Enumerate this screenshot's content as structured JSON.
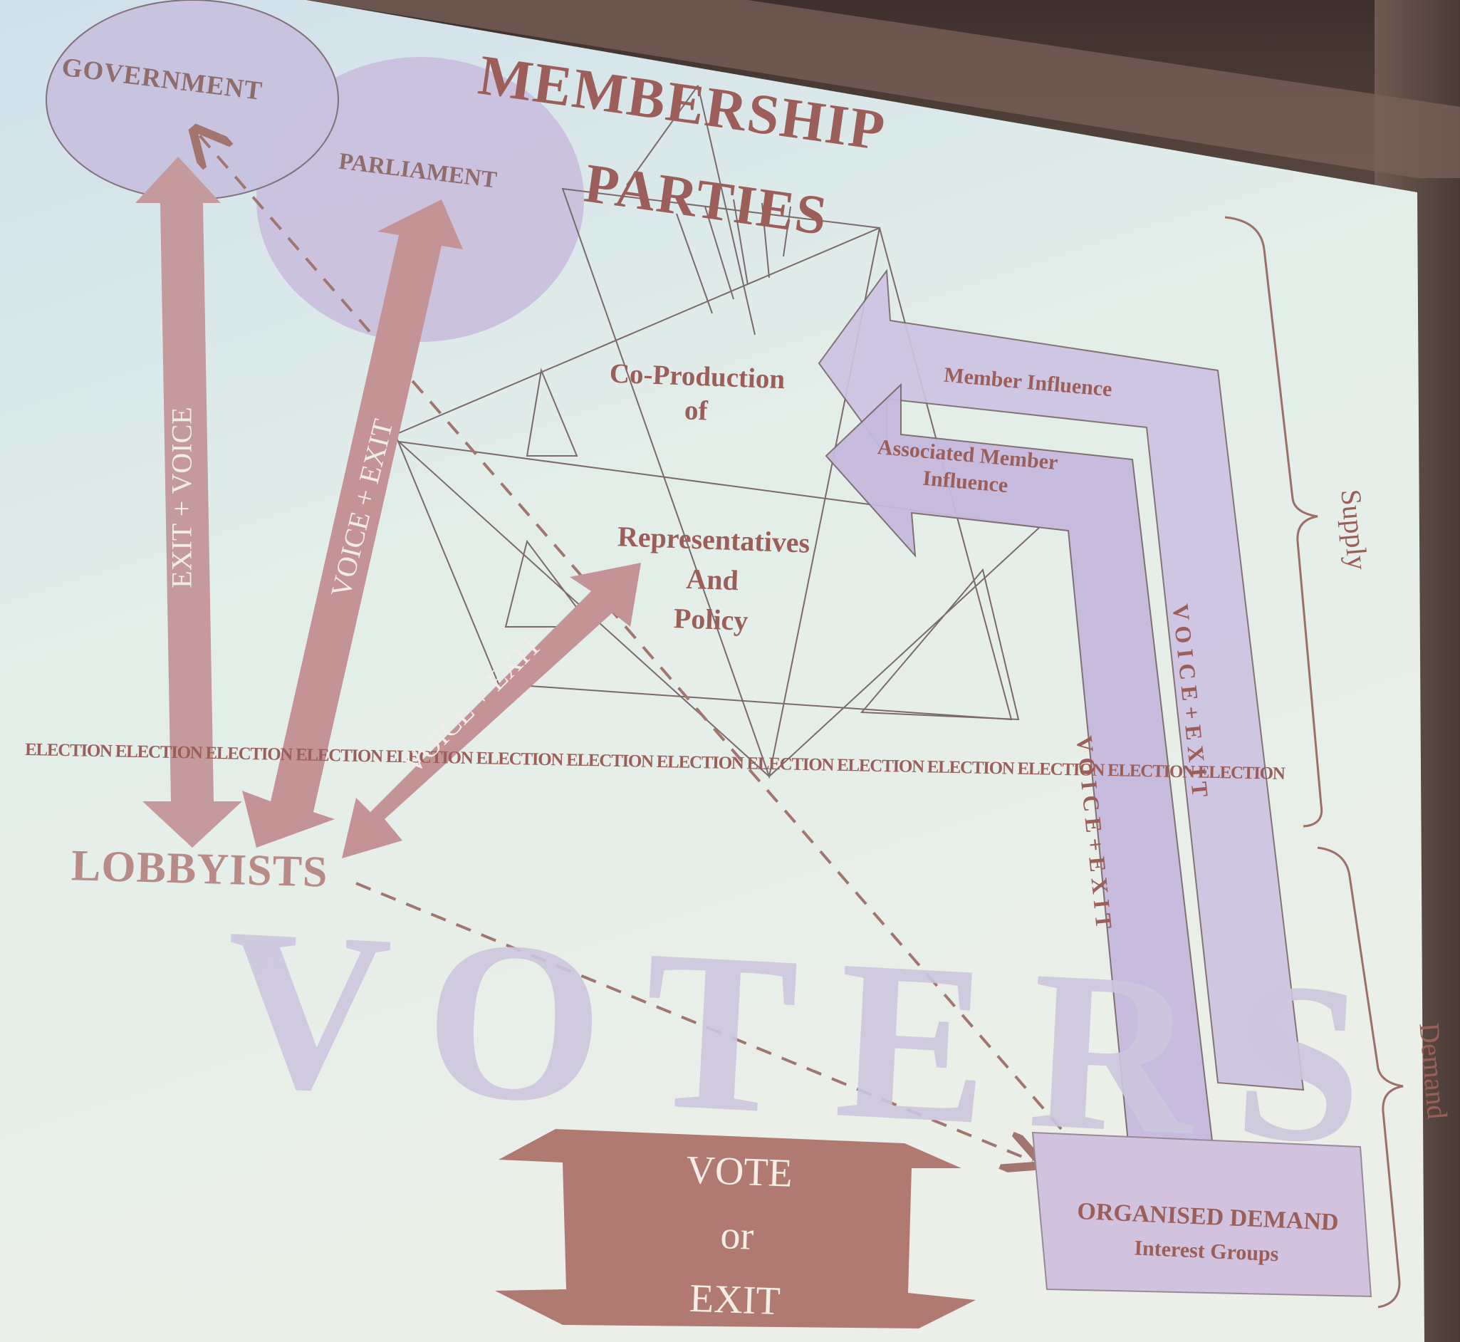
{
  "colors": {
    "screen_top": "#d6e3ea",
    "screen_mid": "#e6efe9",
    "arrow": "#c49a9c",
    "dark_arrow": "#b07a72",
    "text": "#9c5e58",
    "lavender": "#cfc5e2",
    "lavender_dark": "#bdb0d6",
    "voters": "#cdc6de",
    "line": "#7b6a6a"
  },
  "nodes": {
    "government": "GOVERNMENT",
    "parliament": "PARLIAMENT",
    "membership": "MEMBERSHIP",
    "parties": "PARTIES",
    "co_production_1": "Co-Production",
    "co_production_2": "of",
    "representatives_1": "Representatives",
    "representatives_2": "And",
    "representatives_3": "Policy",
    "lobbyists": "LOBBYISTS",
    "voters": "VOTERS",
    "vote_1": "VOTE",
    "vote_2": "or",
    "vote_3": "EXIT",
    "organised_demand": "ORGANISED DEMAND",
    "interest_groups": "Interest Groups"
  },
  "arrow_labels": {
    "exit_voice": "EXIT + VOICE",
    "voice_exit_parliament": "VOICE + EXIT",
    "voice_exit_policy": "VOICE + EXIT",
    "voice_exit_associated": "V O I C E  +  E X I T",
    "voice_exit_member": "V O I C E  +  E X I T",
    "member_influence": "Member Influence",
    "associated_1": "Associated Member",
    "associated_2": "Influence"
  },
  "election_band": "ELECTION",
  "brackets": {
    "supply": "Supply",
    "demand": "Demand"
  }
}
